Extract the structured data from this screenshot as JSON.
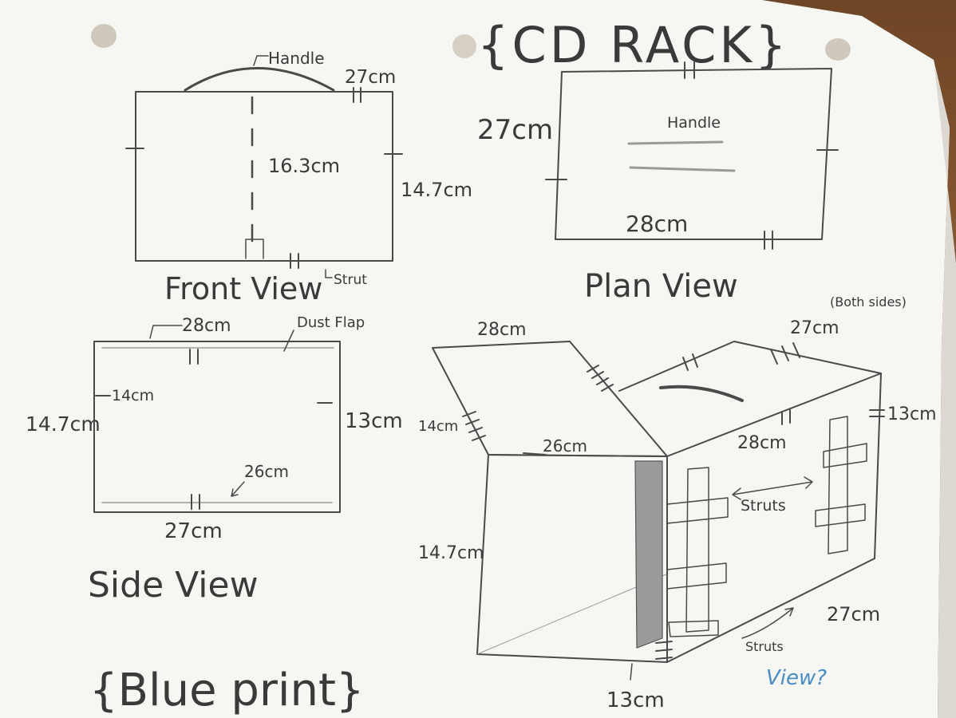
{
  "title": "{CD RACK}",
  "footer": "{Blue print}",
  "colors": {
    "paper": "#f6f6f4",
    "pencil": "#3a3a3a",
    "pen_blue": "#4a8cc4",
    "wood": "#7a4e2c"
  },
  "front_view": {
    "caption": "Front View",
    "handle": "Handle",
    "top_dim": "27cm",
    "inner_height": "16.3cm",
    "right_dim": "14.7cm",
    "strut": "Strut"
  },
  "plan_view": {
    "caption": "Plan View",
    "left_dim": "27cm",
    "handle": "Handle",
    "bottom_dim": "28cm"
  },
  "side_view": {
    "caption": "Side View",
    "top_dim": "28cm",
    "dust_flap": "Dust Flap",
    "inner_left": "14cm",
    "left_dim": "14.7cm",
    "right_dim": "13cm",
    "inner_bottom": "26cm",
    "bottom_dim": "27cm"
  },
  "iso_view": {
    "lid_top": "28cm",
    "lid_side": "14cm",
    "both_sides": "(Both sides)",
    "top_right": "27cm",
    "right_side": "13cm",
    "front_top": "26cm",
    "right_top": "28cm",
    "left_height": "14.7cm",
    "struts_upper": "Struts",
    "struts_lower": "Struts",
    "bottom_right": "27cm",
    "bottom": "13cm",
    "view_note": "View?"
  }
}
